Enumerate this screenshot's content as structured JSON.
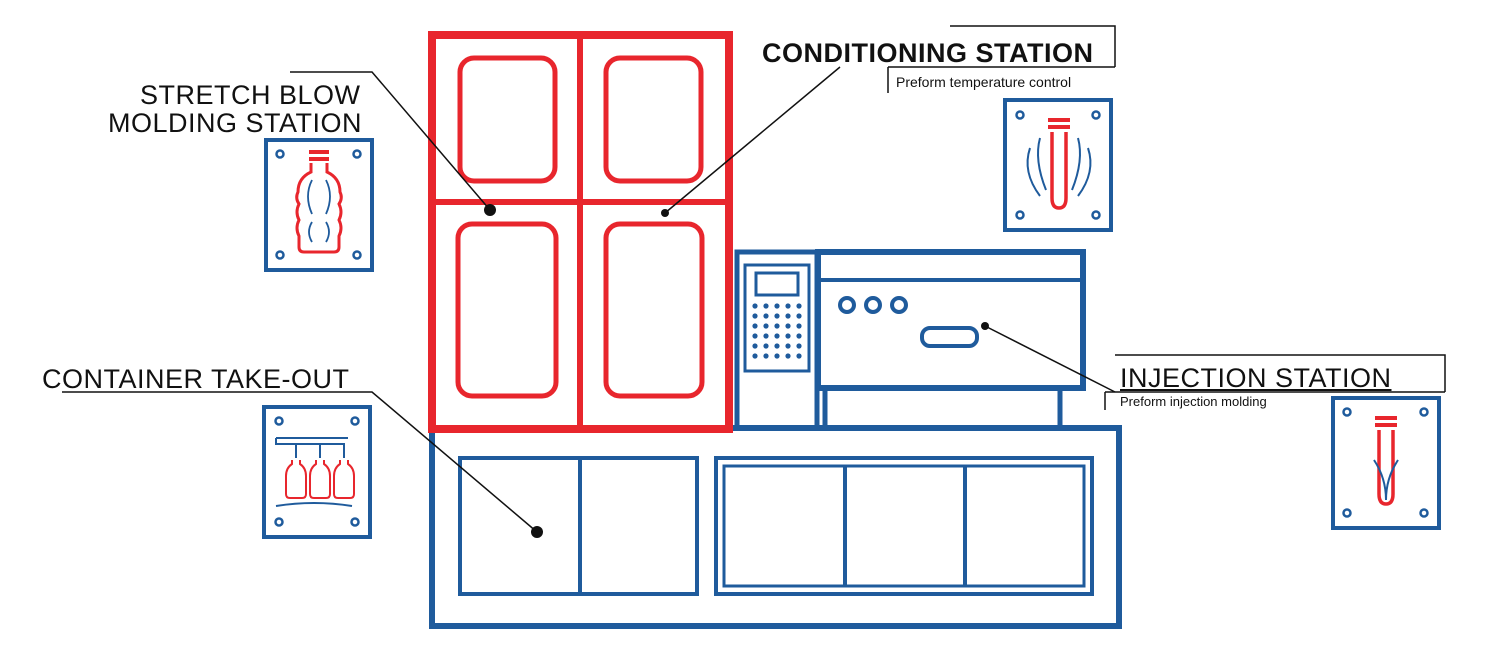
{
  "colors": {
    "red": "#e8262d",
    "blue": "#1f5b9c",
    "ink": "#111111"
  },
  "stations": {
    "stretch_blow": {
      "title_line1": "STRETCH BLOW",
      "title_line2": "MOLDING STATION",
      "icon": "bottle-stretch-blow-icon"
    },
    "conditioning": {
      "title": "CONDITIONING STATION",
      "subtitle": "Preform temperature control",
      "icon": "preform-heating-icon"
    },
    "injection": {
      "title": "INJECTION STATION",
      "subtitle": "Preform injection molding",
      "icon": "preform-injection-icon"
    },
    "takeout": {
      "title": "CONTAINER TAKE-OUT",
      "icon": "bottle-takeout-icon"
    }
  }
}
